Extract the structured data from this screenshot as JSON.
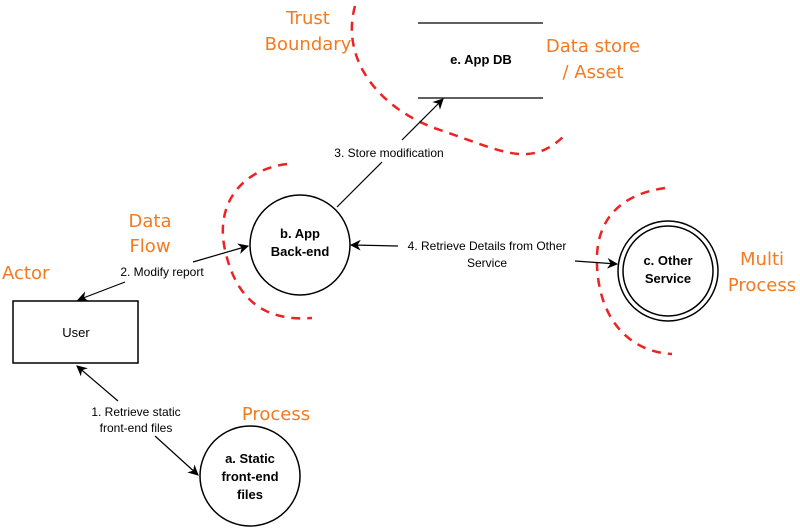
{
  "nodes": {
    "user": {
      "label": "User",
      "type": "actor"
    },
    "static": {
      "line1": "a. Static",
      "line2": "front-end",
      "line3": "files",
      "type": "process"
    },
    "backend": {
      "line1": "b. App",
      "line2": "Back-end",
      "type": "process"
    },
    "other": {
      "line1": "c. Other",
      "line2": "Service",
      "type": "multi-process"
    },
    "db": {
      "label": "e. App DB",
      "type": "data-store"
    }
  },
  "flows": {
    "f1": {
      "line1": "1. Retrieve static",
      "line2": "front-end files"
    },
    "f2": {
      "label": "2. Modify report"
    },
    "f3": {
      "label": "3. Store modification"
    },
    "f4": {
      "line1": "4. Retrieve Details from Other",
      "line2": "Service"
    }
  },
  "legend": {
    "trust_line1": "Trust",
    "trust_line2": "Boundary",
    "datastore_line1": "Data store",
    "datastore_line2": "/ Asset",
    "dataflow_line1": "Data",
    "dataflow_line2": "Flow",
    "actor": "Actor",
    "multi_line1": "Multi",
    "multi_line2": "Process",
    "process": "Process"
  },
  "colors": {
    "legend": "#f47a20",
    "boundary": "#ee2222"
  }
}
